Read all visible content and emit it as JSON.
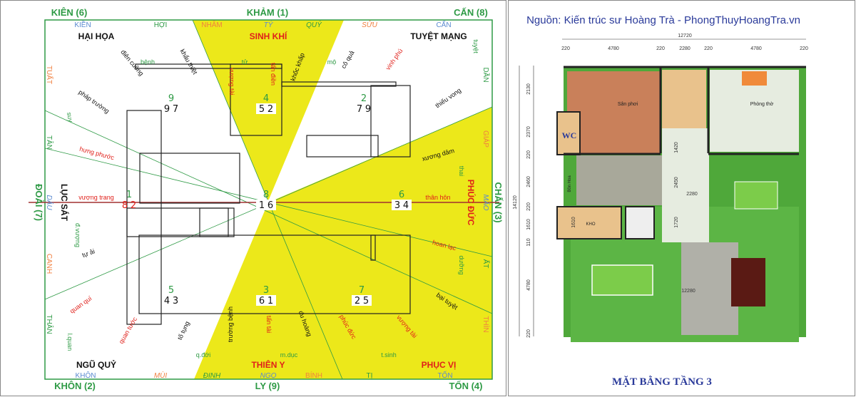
{
  "left_panel": {
    "trigrams": {
      "top_left": "KIÊN (6)",
      "top": "KHẢM (1)",
      "top_right": "CẤN (8)",
      "left": "ĐOÀI (7)",
      "right": "CHẤN (3)",
      "bottom_left": "KHÔN (2)",
      "bottom": "LY (9)",
      "bottom_right": "TỐN (4)"
    },
    "mountains_top": [
      "KIỀN",
      "HỢI",
      "NHÂM",
      "TÝ",
      "QUÝ",
      "SỬU",
      "CẤN"
    ],
    "mountains_bottom": [
      "KHÔN",
      "MÙI",
      "ĐINH",
      "NGỌ",
      "BÍNH",
      "TỊ",
      "TỐN"
    ],
    "mountains_left": [
      "TUẤT",
      "TÂN",
      "DẬU",
      "CANH",
      "THÂN"
    ],
    "mountains_right": [
      "DẦN",
      "GIÁP",
      "MÃO",
      "ẤT",
      "THÌN"
    ],
    "stars": {
      "hai_hoa": "HẠI HỌA",
      "sinh_khi": "SINH KHÍ",
      "tuyet_mang": "TUYỆT MẠNG",
      "luc_sat": "LỤC SÁT",
      "phuc_duc": "PHÚC ĐỨC",
      "ngu_quy": "NGŨ QUỶ",
      "thien_y": "THIÊN Y",
      "phuc_vi": "PHỤC VỊ"
    },
    "minor": {
      "benh": "bệnh",
      "tu": "tử",
      "mo": "mộ",
      "dien_cuong": "điên cuồng",
      "khau_thiet": "khẩu thiệt",
      "vuong_tai": "vượng tài",
      "tan_dien": "tấn điền",
      "khoc_khap": "khốc khấp",
      "co_qua": "cô quả",
      "vinh_phu": "vinh phú",
      "tuyet": "tuyệt",
      "phap_truong": "pháp trường",
      "thieu_vong": "thiếu vong",
      "suy": "suy",
      "hung_phuoc": "hưng phước",
      "xuong_dam": "xương dâm",
      "thai": "thai",
      "vuong_trang": "vượng trang",
      "than_hon": "thân hôn",
      "d_vuong": "đ.vượng",
      "tu_ai": "tự ải",
      "hoan_lac": "hoan lạc",
      "duong": "dưỡng",
      "quan_qui": "quan quí",
      "bai_tuyet": "bại tuyệt",
      "quan_tuoc": "quan tước",
      "to_tung": "tố tụng",
      "truong_benh": "trường bệnh",
      "tan_tai": "tấn tài",
      "du_hoang": "du hoàng",
      "phuc_duc": "phúc đức",
      "vuong_tai2": "vượng tài",
      "q_doi": "q.đới",
      "m_duc": "m.dục",
      "t_sinh": "t.sinh",
      "l_quan": "l.quan"
    },
    "palaces": [
      {
        "base": "9",
        "a": "9",
        "b": "7"
      },
      {
        "base": "4",
        "a": "5",
        "b": "2"
      },
      {
        "base": "2",
        "a": "7",
        "b": "9"
      },
      {
        "base": "1",
        "a": "8",
        "b": "2"
      },
      {
        "base": "8",
        "a": "1",
        "b": "6"
      },
      {
        "base": "6",
        "a": "3",
        "b": "4"
      },
      {
        "base": "5",
        "a": "4",
        "b": "3"
      },
      {
        "base": "3",
        "a": "6",
        "b": "1"
      },
      {
        "base": "7",
        "a": "2",
        "b": "5"
      }
    ],
    "colors": {
      "frame": "#2e9a45",
      "yellow": "#ece81a",
      "red": "#e0201a",
      "axis": "#a03030"
    }
  },
  "right_panel": {
    "source": "Nguồn: Kiến trúc sư Hoàng Trà - PhongThuyHoangTra.vn",
    "title": "MẶT BẰNG TẦNG 3",
    "rooms": {
      "san_phoi": "Sân phơi",
      "phong_tho": "Phòng thờ",
      "wc": "WC",
      "kho": "KHO",
      "bon_hoa": "Bồn Hoa"
    },
    "dims_top": {
      "total": "12720",
      "d1": "220",
      "d2": "4780",
      "d3": "220",
      "d4": "2280",
      "d5": "220",
      "d6": "4780",
      "d7": "220"
    },
    "dims_left": {
      "total": "14120",
      "d1": "2130",
      "d2": "2370",
      "d3": "220",
      "d4": "2460",
      "d5": "220",
      "d6": "1610",
      "d7": "110",
      "d8": "4780",
      "d9": "220"
    },
    "dims_inner": {
      "a": "1420",
      "b": "2450",
      "c": "2280",
      "d": "1720",
      "e": "1610",
      "f": "12280"
    }
  }
}
